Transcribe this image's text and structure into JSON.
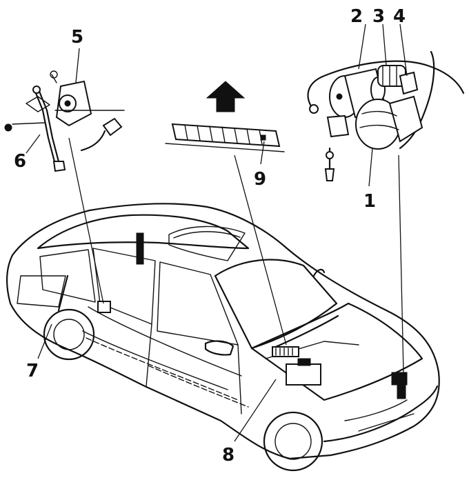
{
  "callouts": {
    "c1": "1",
    "c2": "2",
    "c3": "3",
    "c4": "4",
    "c5": "5",
    "c6": "6",
    "c7": "7",
    "c8": "8",
    "c9": "9"
  },
  "icons": {
    "direction_arrow": "up-arrow-icon"
  },
  "colors": {
    "ink": "#111111",
    "paper": "#ffffff"
  }
}
